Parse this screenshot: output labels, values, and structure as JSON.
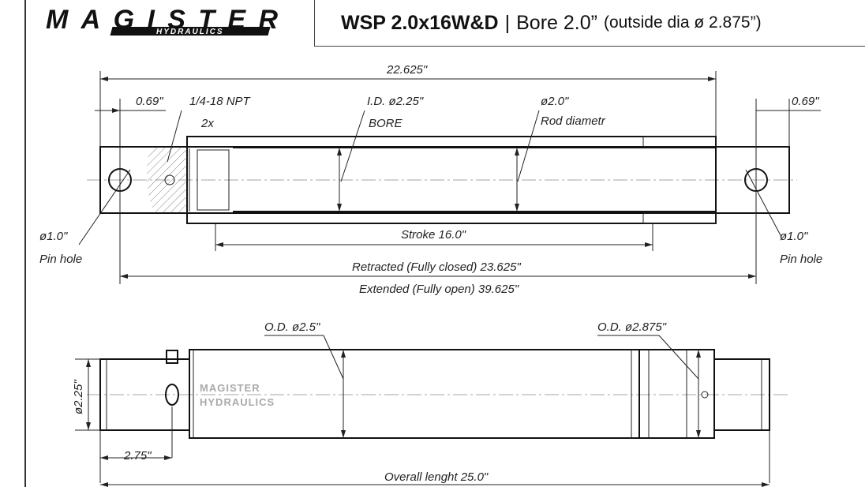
{
  "header": {
    "logo_text": "MAGISTER",
    "logo_subtext": "HYDRAULICS",
    "model": "WSP 2.0x16W&D",
    "separator": "|",
    "bore": "Bore 2.0”",
    "outside_dia": "(outside dia ø 2.875”)"
  },
  "top_view": {
    "overall_body": "22.625\"",
    "left_offset": "0.69\"",
    "right_offset": "0.69\"",
    "port": "1/4-18 NPT",
    "port_qty": "2x",
    "inner_dia": "I.D. ø2.25\"",
    "bore_label": "BORE",
    "rod_dia": "ø2.0\"",
    "rod_label": "Rod diametr",
    "left_pin_dia": "ø1.0\"",
    "left_pin_label": "Pin hole",
    "right_pin_dia": "ø1.0\"",
    "right_pin_label": "Pin hole",
    "stroke": "Stroke 16.0\"",
    "retracted": "Retracted (Fully closed) 23.625\"",
    "extended": "Extended (Fully open) 39.625\""
  },
  "bottom_view": {
    "body_od": "O.D. ø2.5\"",
    "gland_od": "O.D. ø2.875\"",
    "end_dia": "ø2.25\"",
    "port_offset": "2.75\"",
    "overall": "Overall lenght 25.0\"",
    "watermark_line1": "MAGISTER",
    "watermark_line2": "HYDRAULICS"
  }
}
